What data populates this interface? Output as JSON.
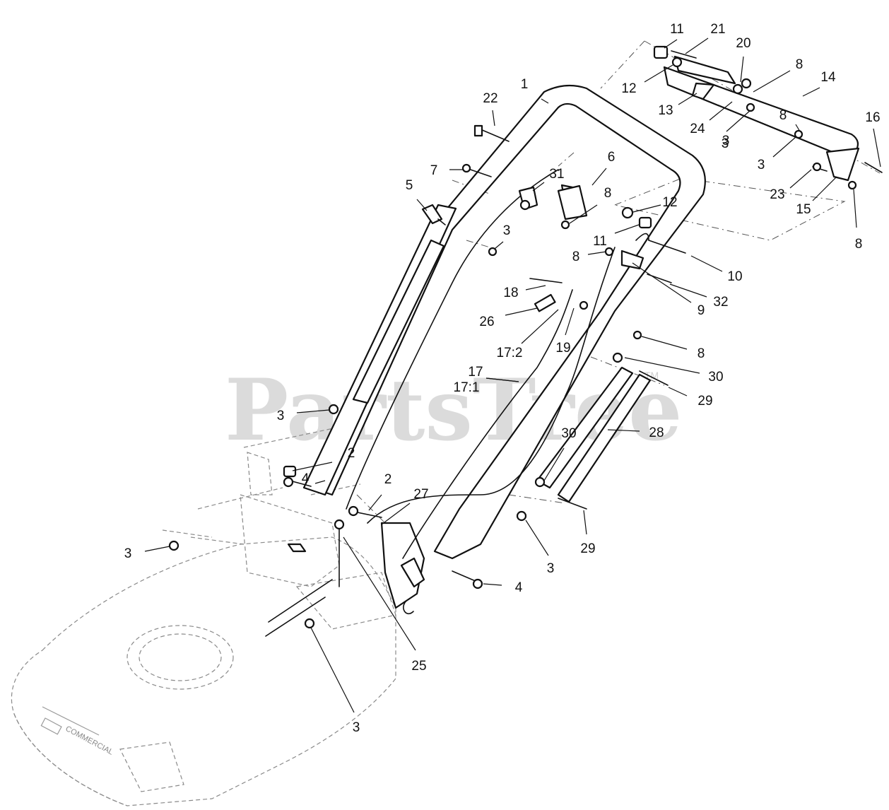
{
  "watermark": {
    "text": "PartsTree",
    "tm": "TM"
  },
  "deck_brand": "COMMERCIAL",
  "callouts": [
    {
      "label": "1"
    },
    {
      "label": "2"
    },
    {
      "label": "2"
    },
    {
      "label": "3"
    },
    {
      "label": "3"
    },
    {
      "label": "3"
    },
    {
      "label": "3"
    },
    {
      "label": "3"
    },
    {
      "label": "3"
    },
    {
      "label": "3"
    },
    {
      "label": "3"
    },
    {
      "label": "4"
    },
    {
      "label": "4"
    },
    {
      "label": "5"
    },
    {
      "label": "6"
    },
    {
      "label": "7"
    },
    {
      "label": "8"
    },
    {
      "label": "8"
    },
    {
      "label": "8"
    },
    {
      "label": "8"
    },
    {
      "label": "8"
    },
    {
      "label": "8"
    },
    {
      "label": "9"
    },
    {
      "label": "10"
    },
    {
      "label": "11"
    },
    {
      "label": "11"
    },
    {
      "label": "12"
    },
    {
      "label": "12"
    },
    {
      "label": "13"
    },
    {
      "label": "14"
    },
    {
      "label": "15"
    },
    {
      "label": "16"
    },
    {
      "label": "17"
    },
    {
      "label": "17:1"
    },
    {
      "label": "17:2"
    },
    {
      "label": "18"
    },
    {
      "label": "19"
    },
    {
      "label": "20"
    },
    {
      "label": "21"
    },
    {
      "label": "22"
    },
    {
      "label": "23"
    },
    {
      "label": "24"
    },
    {
      "label": "25"
    },
    {
      "label": "26"
    },
    {
      "label": "27"
    },
    {
      "label": "28"
    },
    {
      "label": "29"
    },
    {
      "label": "29"
    },
    {
      "label": "30"
    },
    {
      "label": "30"
    },
    {
      "label": "31"
    },
    {
      "label": "32"
    }
  ]
}
